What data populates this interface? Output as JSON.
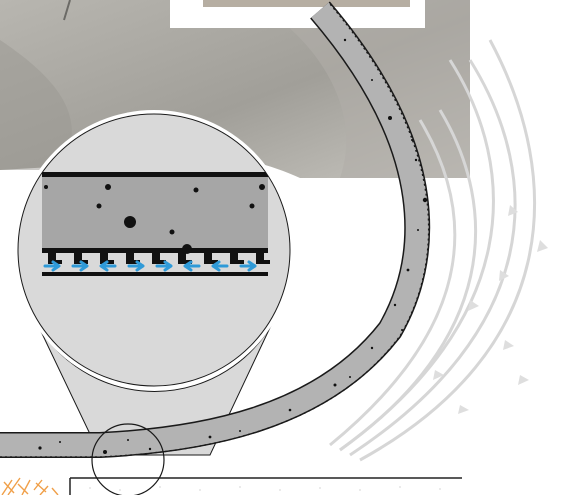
{
  "diagram": {
    "colors": {
      "photo_background": "#a4a29c",
      "photo_highlight": "#c9c7c1",
      "material_fill": "#b3b3b3",
      "outline": "#1a1a1a",
      "flow_arrow": "#2f9ad8",
      "magnifier_fill": "#d9d9d9",
      "wave_lines": "#cfcfcf",
      "texture_orange": "#f0a04a",
      "frame_white": "#ffffff"
    },
    "flow_arrow_directions": [
      "right",
      "right",
      "left",
      "right",
      "right",
      "left",
      "left",
      "right"
    ]
  }
}
